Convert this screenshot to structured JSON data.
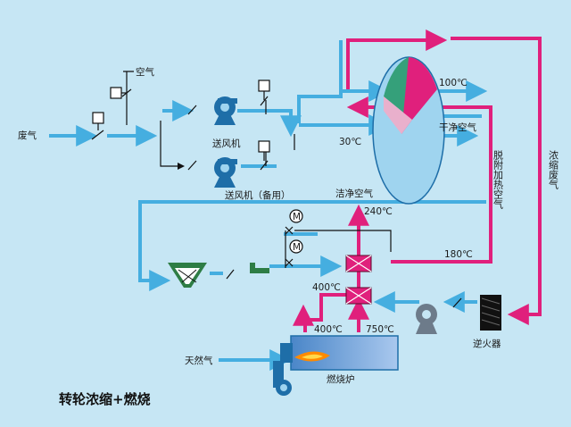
{
  "labels": {
    "waste_gas": "废气",
    "air": "空气",
    "fan": "送风机",
    "fan_standby": "送风机（备用）",
    "temp_30": "30℃",
    "temp_100": "100℃",
    "clean_air_dry": "干净空气",
    "clean_air": "洁净空气",
    "desorb_heated_air": "脱附加热空气",
    "concentrated_waste_gas": "浓缩废气",
    "temp_240": "240℃",
    "temp_180": "180℃",
    "temp_400_upper": "400℃",
    "temp_400_lower": "400℃",
    "temp_750": "750℃",
    "natural_gas": "天然气",
    "incinerator": "燃烧炉",
    "flame_arrester": "逆火器",
    "motor_1": "M",
    "motor_2": "M"
  },
  "caption": "转轮浓缩+燃烧",
  "colors": {
    "background": "#c6e6f4",
    "process_gas": "#45aee0",
    "hot_gas": "#e0207c",
    "rotor_body": "#9fd4ef",
    "rotor_green": "#35a07a",
    "rotor_magenta": "#e0207c",
    "equipment": "#1e6ea8",
    "filter": "#2e7d45"
  }
}
